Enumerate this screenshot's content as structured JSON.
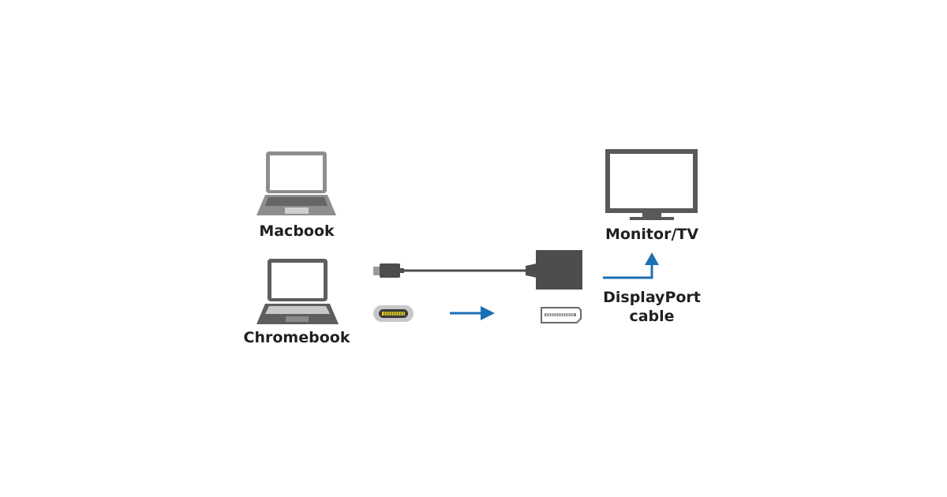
{
  "devices": {
    "macbook": {
      "label": "Macbook",
      "icon": "laptop-icon"
    },
    "chromebook": {
      "label": "Chromebook",
      "icon": "laptop-icon"
    },
    "monitor": {
      "label": "Monitor/TV",
      "icon": "monitor-icon"
    }
  },
  "adapter": {
    "input_connector": "usb-c-connector-icon",
    "output_port": "displayport-port-icon",
    "cable": "adapter-cable"
  },
  "cable_label": {
    "line1": "DisplayPort",
    "line2": "cable"
  },
  "colors": {
    "arrow": "#1a6fb5",
    "macbook_body": "#8e8e8e",
    "chromebook_body": "#5e5e5e",
    "monitor_body": "#58595b",
    "adapter_body": "#4d4d4f",
    "usb_c_pins": "#e8d21f"
  }
}
